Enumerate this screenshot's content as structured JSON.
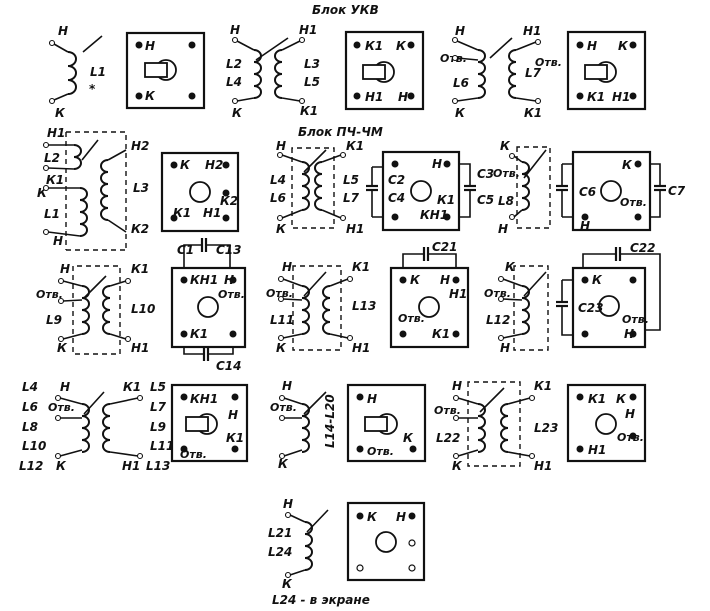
{
  "headers": {
    "vhf": "Блок УКВ",
    "if_fm": "Блок ПЧ-ЧМ",
    "note": "L24 - в экране"
  },
  "coils": {
    "c1": {
      "top": "Н",
      "bottom": "К",
      "name": "L1",
      "star": "*"
    },
    "c2": {
      "tl": "Н",
      "bl": "К",
      "tr": "Н1",
      "br": "К1",
      "n1": "L2",
      "n2": "L4",
      "n3": "L3",
      "n4": "L5"
    },
    "c3": {
      "tl": "Н",
      "ml": "Отв.",
      "bl": "К",
      "tr": "Н1",
      "br": "К1",
      "n1": "L6",
      "n2": "L7",
      "otv_r": "Отв."
    },
    "c4": {
      "l1": "Н1",
      "l2": "L2",
      "l3": "К1",
      "l4": "К",
      "l5": "L1",
      "l6": "Н",
      "r1": "Н2",
      "r2": "L3",
      "r3": "К2"
    },
    "c5": {
      "tl": "Н",
      "bl": "К",
      "tr": "К1",
      "br": "Н1",
      "n1": "L4",
      "n2": "L6",
      "n3": "L5",
      "n4": "L7"
    },
    "c6": {
      "tl": "К",
      "ml": "Отв.",
      "bl": "Н",
      "n1": "L8"
    },
    "c7": {
      "tl": "Н",
      "ml": "Отв.",
      "n1": "L9",
      "bl": "К",
      "tr": "К1",
      "n2": "L10",
      "br": "Н1"
    },
    "c8": {
      "tl": "Н",
      "ml": "Отв.",
      "n1": "L11",
      "bl": "К",
      "tr": "К1",
      "n2": "L13",
      "br": "Н1"
    },
    "c9": {
      "tl": "К",
      "ml": "Отв.",
      "n1": "L12",
      "bl": "Н"
    },
    "c10": {
      "l1": "L4",
      "l2": "L6",
      "l3": "L8",
      "l4": "L10",
      "l5": "L12",
      "tl": "Н",
      "ml": "Отв.",
      "bl": "К",
      "tr": "К1",
      "br": "Н1",
      "r1": "L5",
      "r2": "L7",
      "r3": "L9",
      "r4": "L11",
      "r5": "L13"
    },
    "c11": {
      "tl": "Н",
      "ml": "Отв.",
      "bl": "К",
      "n1": "L14-L20"
    },
    "c12": {
      "tl": "Н",
      "ml": "Отв.",
      "n1": "L22",
      "bl": "К",
      "tr": "К1",
      "n2": "L23",
      "br": "Н1"
    },
    "c13": {
      "tl": "Н",
      "n1": "L21",
      "n2": "L24",
      "bl": "К"
    }
  },
  "plates": {
    "p1": {
      "tl": "Н",
      "bl": "К"
    },
    "p2": {
      "tl": "К1",
      "tr": "К",
      "bl": "Н1",
      "br": "Н"
    },
    "p3": {
      "tl": "Н",
      "tr": "К",
      "ml": "Отв.",
      "bl": "К1",
      "br": "Н1"
    },
    "p4": {
      "tl": "К",
      "tr": "Н2",
      "bl": "К1",
      "br": "Н1",
      "br2": "К2",
      "cap1": "C1",
      "cap2": "C13"
    },
    "p5": {
      "l1": "C2",
      "l2": "C4",
      "tr": "Н",
      "br1": "К1",
      "br2": "КН1",
      "rc1": "C3",
      "rc2": "C5"
    },
    "p6": {
      "lc": "C6",
      "tr": "К",
      "br": "Отв.",
      "bl": "Н",
      "rc": "C7"
    },
    "p7": {
      "tl": "КН1",
      "tr": "Н",
      "mr": "Отв.",
      "bl": "К1",
      "cap": "C14"
    },
    "p8": {
      "cap": "C21",
      "tl": "К",
      "tr": "Н",
      "tr2": "Н1",
      "ml": "Отв.",
      "br": "К1"
    },
    "p9": {
      "cap": "C22",
      "tl": "К",
      "lc": "C23",
      "ml": "Отв.",
      "br": "Н"
    },
    "p10": {
      "tl": "КН1",
      "tr": "Н",
      "r2": "К1",
      "bl": "Отв."
    },
    "p11": {
      "tl": "Н",
      "br": "К",
      "bl": "Отв."
    },
    "p12": {
      "tl": "К1",
      "tr": "К",
      "mr": "Н",
      "mr2": "Отв.",
      "bl": "Н1"
    },
    "p13": {
      "tl": "К",
      "tr": "Н"
    }
  }
}
